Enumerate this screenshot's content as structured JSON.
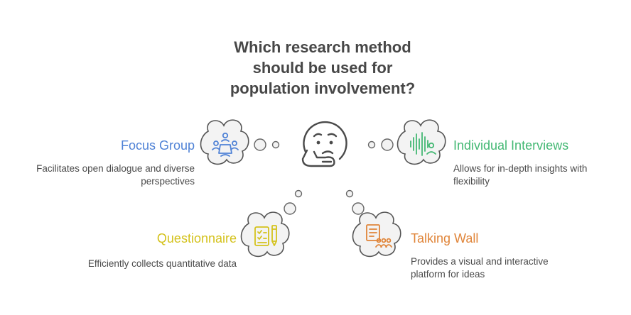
{
  "title_lines": [
    "Which research method",
    "should be used for",
    "population involvement?"
  ],
  "methods": {
    "focus_group": {
      "label": "Focus Group",
      "description": "Facilitates open dialogue and diverse perspectives",
      "color": "#4f82d6",
      "icon": "group-meeting-icon"
    },
    "individual_interviews": {
      "label": "Individual Interviews",
      "description": "Allows for in-depth insights with flexibility",
      "color": "#43b873",
      "icon": "voice-recording-icon"
    },
    "questionnaire": {
      "label": "Questionnaire",
      "description": "Efficiently collects quantitative data",
      "color": "#d4c21c",
      "icon": "checklist-pencil-icon"
    },
    "talking_wall": {
      "label": "Talking Wall",
      "description": "Provides a visual and interactive platform for ideas",
      "color": "#e0853a",
      "icon": "board-audience-icon"
    }
  },
  "center_icon": "thinking-face-icon",
  "colors": {
    "title": "#474747",
    "body_text": "#4a4a4a",
    "cloud_fill": "#f3f3f3",
    "cloud_stroke": "#555555"
  }
}
